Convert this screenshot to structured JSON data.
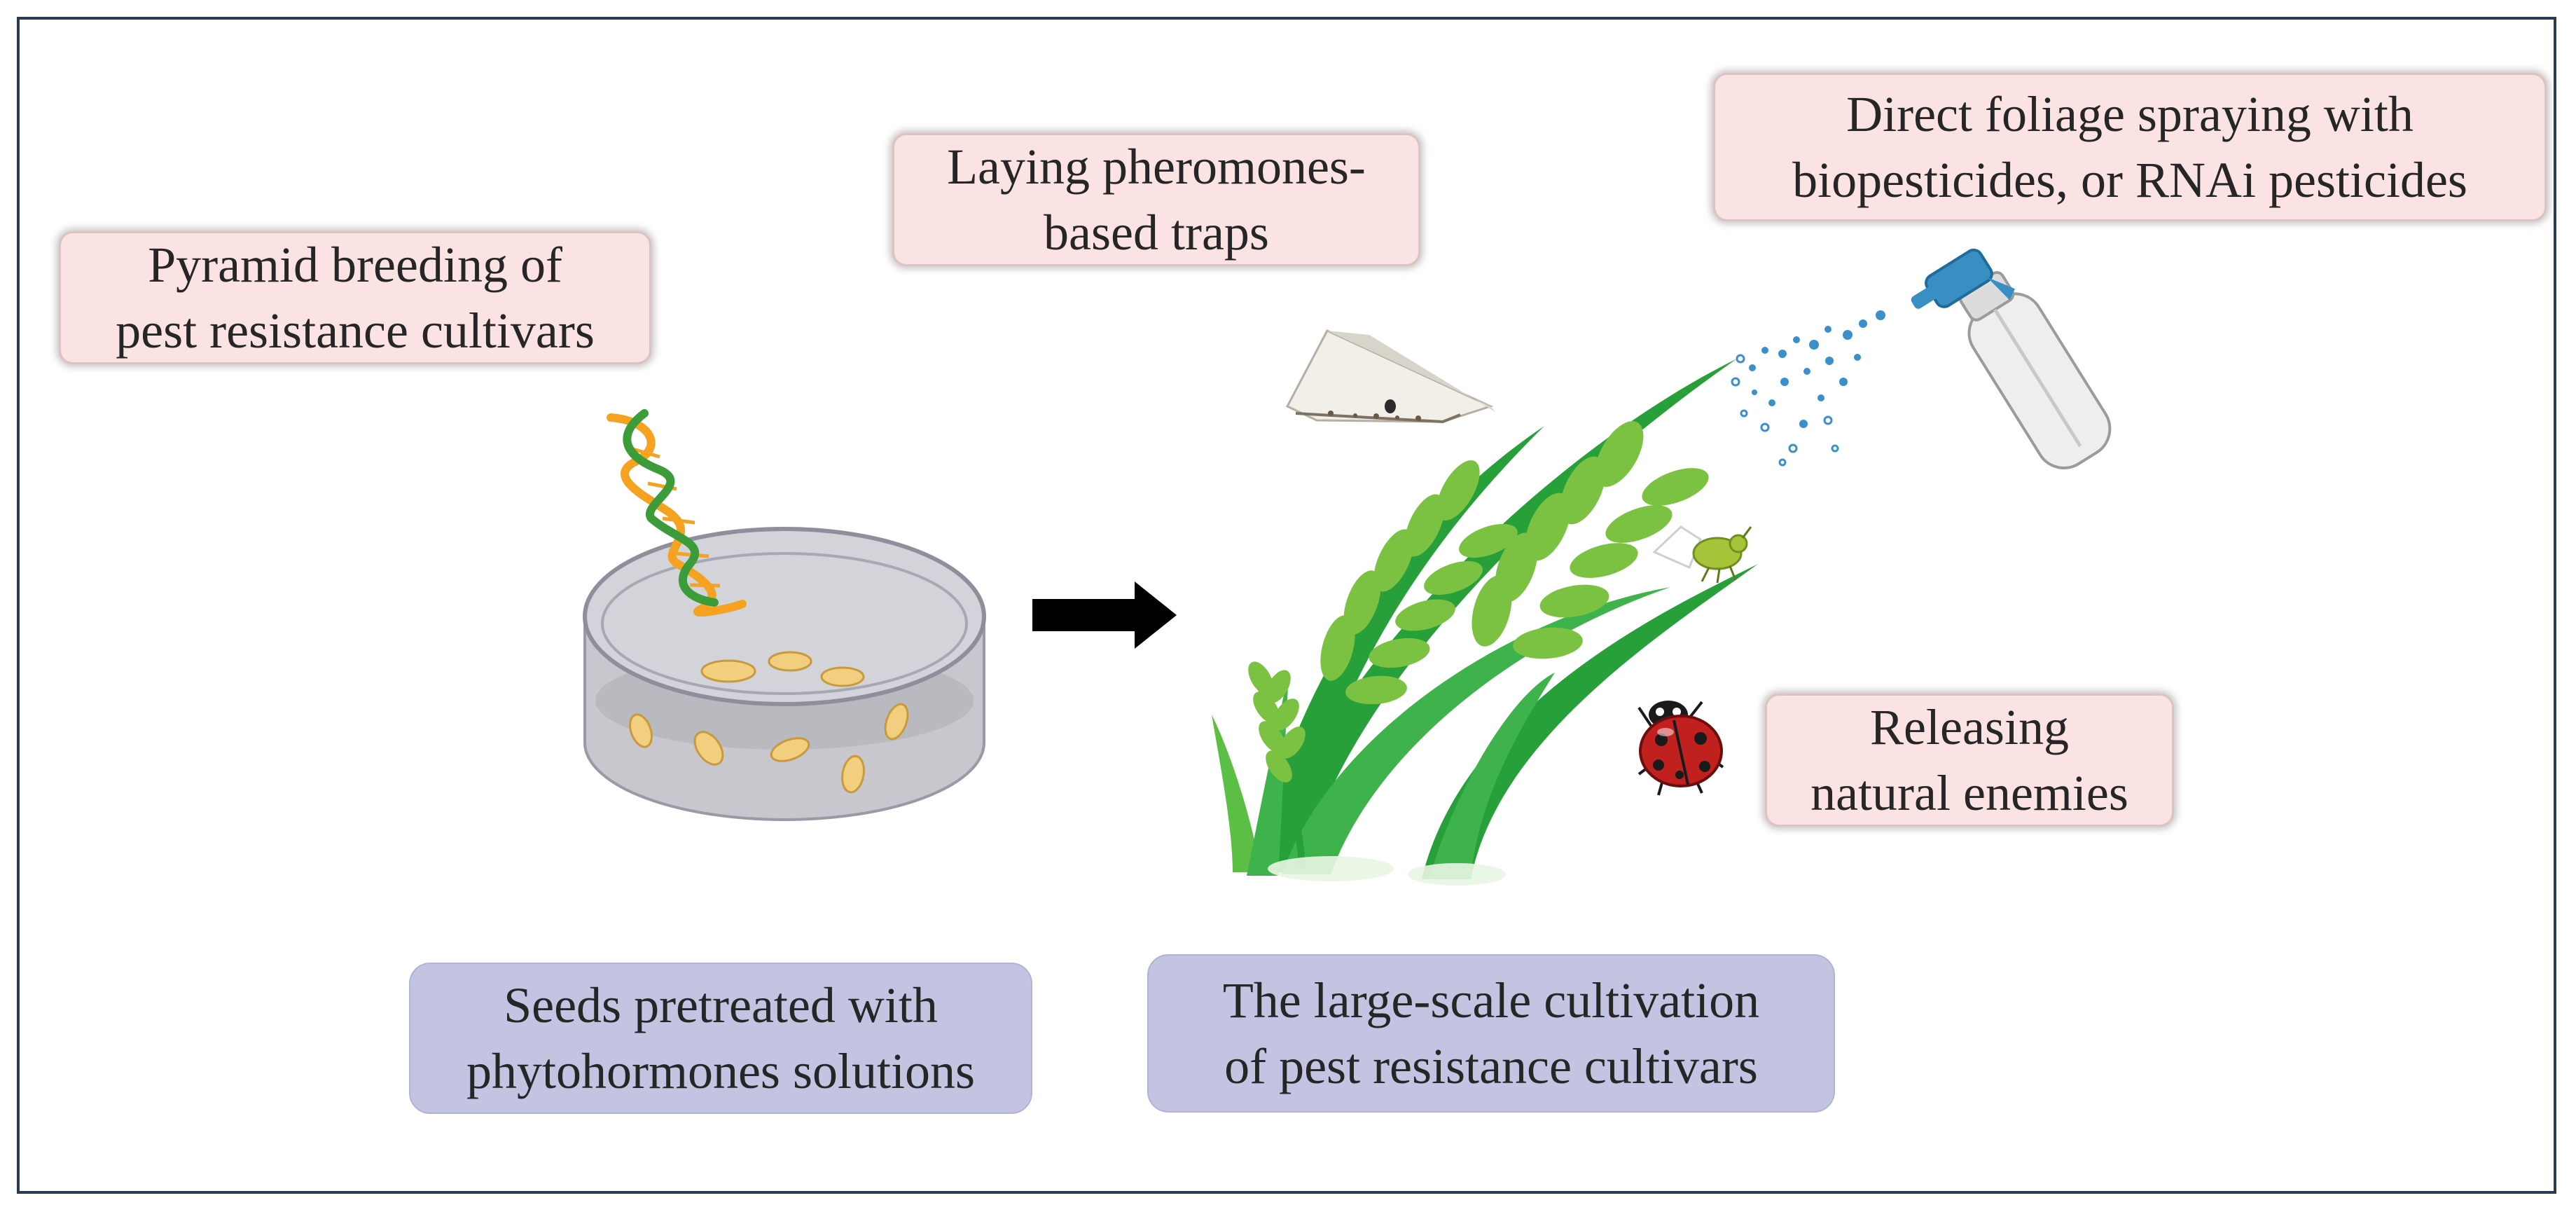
{
  "labels": {
    "pyramid": [
      "Pyramid breeding of",
      "pest resistance cultivars"
    ],
    "pheromone": [
      "Laying pheromones-",
      "based traps"
    ],
    "spraying": [
      "Direct foliage spraying with",
      "biopesticides, or RNAi pesticides"
    ],
    "enemies": [
      "Releasing",
      "natural enemies"
    ],
    "seeds": [
      "Seeds pretreated with",
      "phytohormones solutions"
    ],
    "cultivation": [
      "The large-scale cultivation",
      "of pest resistance cultivars"
    ]
  },
  "icons": [
    "dna-helix-icon",
    "petri-dish-icon",
    "arrow-right-icon",
    "pheromone-trap-icon",
    "spray-bottle-icon",
    "wheat-plant-icon",
    "aphid-icon",
    "ladybug-icon"
  ],
  "colors": {
    "pink_box": "#fbe3e3",
    "lavender_box": "#c3c3e2",
    "frame": "#2b3a4f",
    "leaf_green": "#7cc242",
    "stem_green": "#27a03a",
    "ladybug_red": "#c0201e"
  }
}
